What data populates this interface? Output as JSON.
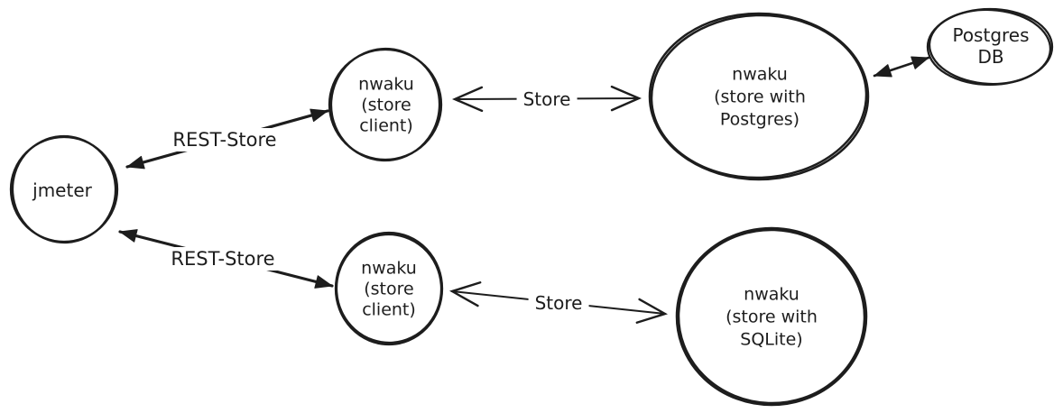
{
  "diagram": {
    "background_color": "#ffffff",
    "stroke_color": "#1d1d1d",
    "style": "hand-drawn whiteboard sketch",
    "nodes": [
      {
        "id": "jmeter",
        "lines": [
          "jmeter"
        ]
      },
      {
        "id": "nwaku-store-client-top",
        "lines": [
          "nwaku",
          "(store",
          "client)"
        ]
      },
      {
        "id": "nwaku-store-postgres",
        "lines": [
          "nwaku",
          "(store with",
          "Postgres)"
        ]
      },
      {
        "id": "postgres-db",
        "lines": [
          "Postgres",
          "DB"
        ]
      },
      {
        "id": "nwaku-store-client-bottom",
        "lines": [
          "nwaku",
          "(store",
          "client)"
        ]
      },
      {
        "id": "nwaku-store-sqlite",
        "lines": [
          "nwaku",
          "(store with",
          "SQLite)"
        ]
      }
    ],
    "edges": [
      {
        "id": "rest-store-top",
        "label": "REST-Store",
        "from": "jmeter",
        "to": "nwaku-store-client-top",
        "arrows": "both",
        "head_style": "filled"
      },
      {
        "id": "store-top",
        "label": "Store",
        "from": "nwaku-store-client-top",
        "to": "nwaku-store-postgres",
        "arrows": "both",
        "head_style": "open"
      },
      {
        "id": "postgres-db-link",
        "label": "",
        "from": "nwaku-store-postgres",
        "to": "postgres-db",
        "arrows": "both",
        "head_style": "filled"
      },
      {
        "id": "rest-store-bottom",
        "label": "REST-Store",
        "from": "jmeter",
        "to": "nwaku-store-client-bottom",
        "arrows": "both",
        "head_style": "filled"
      },
      {
        "id": "store-bottom",
        "label": "Store",
        "from": "nwaku-store-client-bottom",
        "to": "nwaku-store-sqlite",
        "arrows": "both",
        "head_style": "open"
      }
    ]
  }
}
